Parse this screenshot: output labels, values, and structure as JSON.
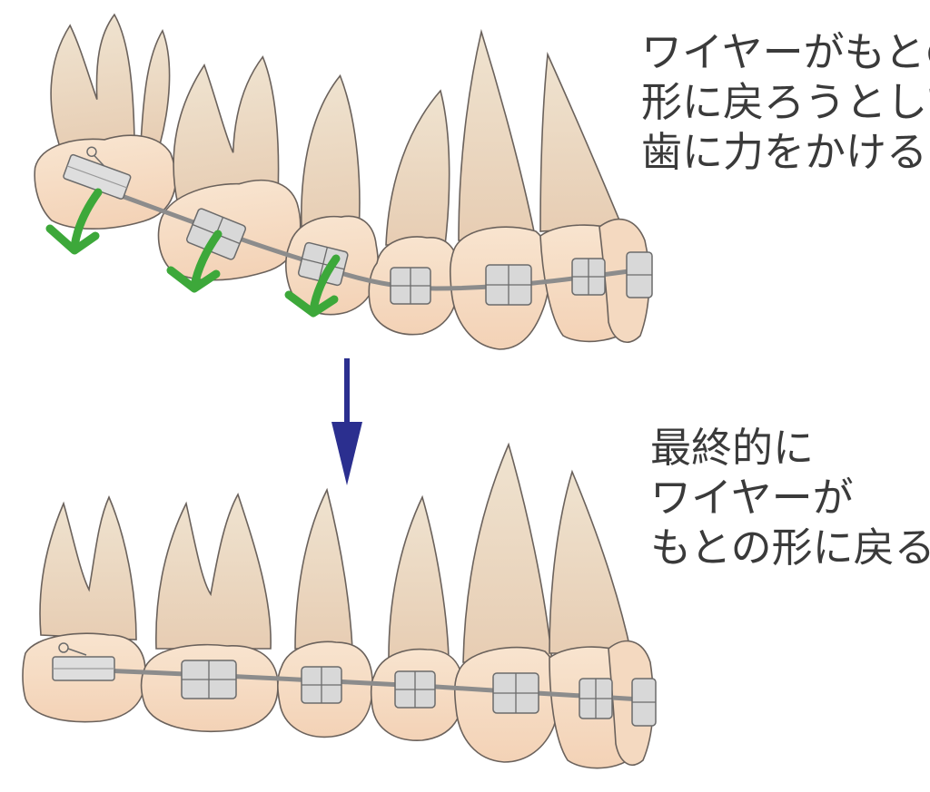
{
  "captions": {
    "top": [
      "ワイヤーがもとの",
      "形に戻ろうとして",
      "歯に力をかける"
    ],
    "bottom": [
      "最終的に",
      "ワイヤーが",
      "もとの形に戻る"
    ]
  },
  "colors": {
    "crown": "#f6dcc4",
    "root": "#f1dfc8",
    "outline": "#6b625c",
    "bracket": "#d8d8d8",
    "wire": "#8c8c8c",
    "force_arrow": "#3da83a",
    "sequence_arrow": "#2b2f8f"
  },
  "icons": {
    "force": "curved-arrow-down-icon",
    "sequence": "arrow-down-icon",
    "tube": "molar-tube-icon",
    "bracket": "bracket-icon"
  }
}
